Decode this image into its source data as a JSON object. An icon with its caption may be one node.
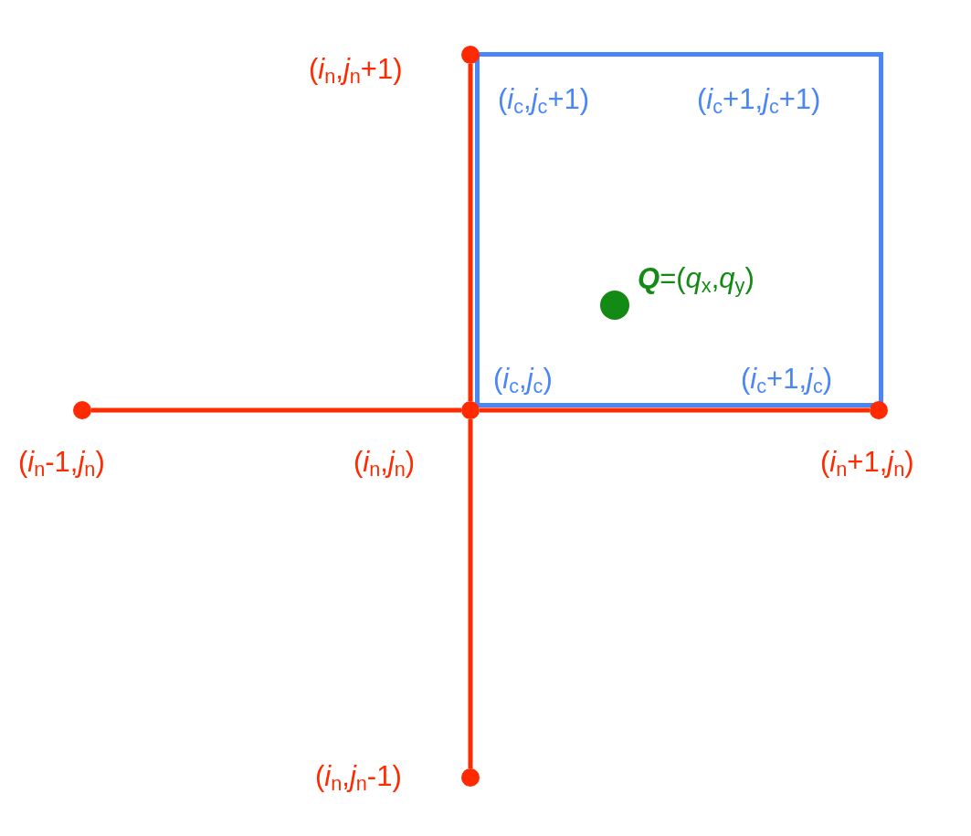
{
  "diagram": {
    "nodes": [
      {
        "text": [],
        "shape": "circle",
        "beside": [
          "(*i*$_{n}$,*j*$_{n}$+1)"
        ]
      },
      {
        "text": [],
        "shape": "circle",
        "beside": [
          "(*i*$_{n}$,*j*$_{n}$)"
        ]
      },
      {
        "text": [],
        "shape": "circle",
        "beside": [
          "(*i*$_{n}$-1,*j*$_{n}$)"
        ]
      },
      {
        "text": [],
        "shape": "circle",
        "beside": [
          "(*i*$_{n}$+1,*j*$_{n}$)"
        ]
      },
      {
        "text": [],
        "shape": "circle",
        "beside": [
          "(*i*$_{n}$,*j*$_{n}$-1)"
        ]
      },
      {
        "text": [
          "(*i*$_{c}$,*j*$_{c}$+1)",
          "(*i*$_{c}$+1,*j*$_{c}$+1)",
          "(*i*$_{c}$,*j*$_{c}$)",
          "(*i*$_{c}$+1,*j*$_{c}$)"
        ]
      },
      {
        "text": [],
        "shape": "circle",
        "beside": [
          "**Q**=(*q*$_{x}$,*q*$_{y}$)"
        ],
        "in": 5
      }
    ],
    "edges": [
      {
        "from": 1,
        "to": 0,
        "arrow": "none"
      },
      {
        "from": 1,
        "to": 2,
        "arrow": "none"
      },
      {
        "from": 1,
        "to": 3,
        "arrow": "none"
      },
      {
        "from": 1,
        "to": 4,
        "arrow": "none"
      }
    ]
  }
}
